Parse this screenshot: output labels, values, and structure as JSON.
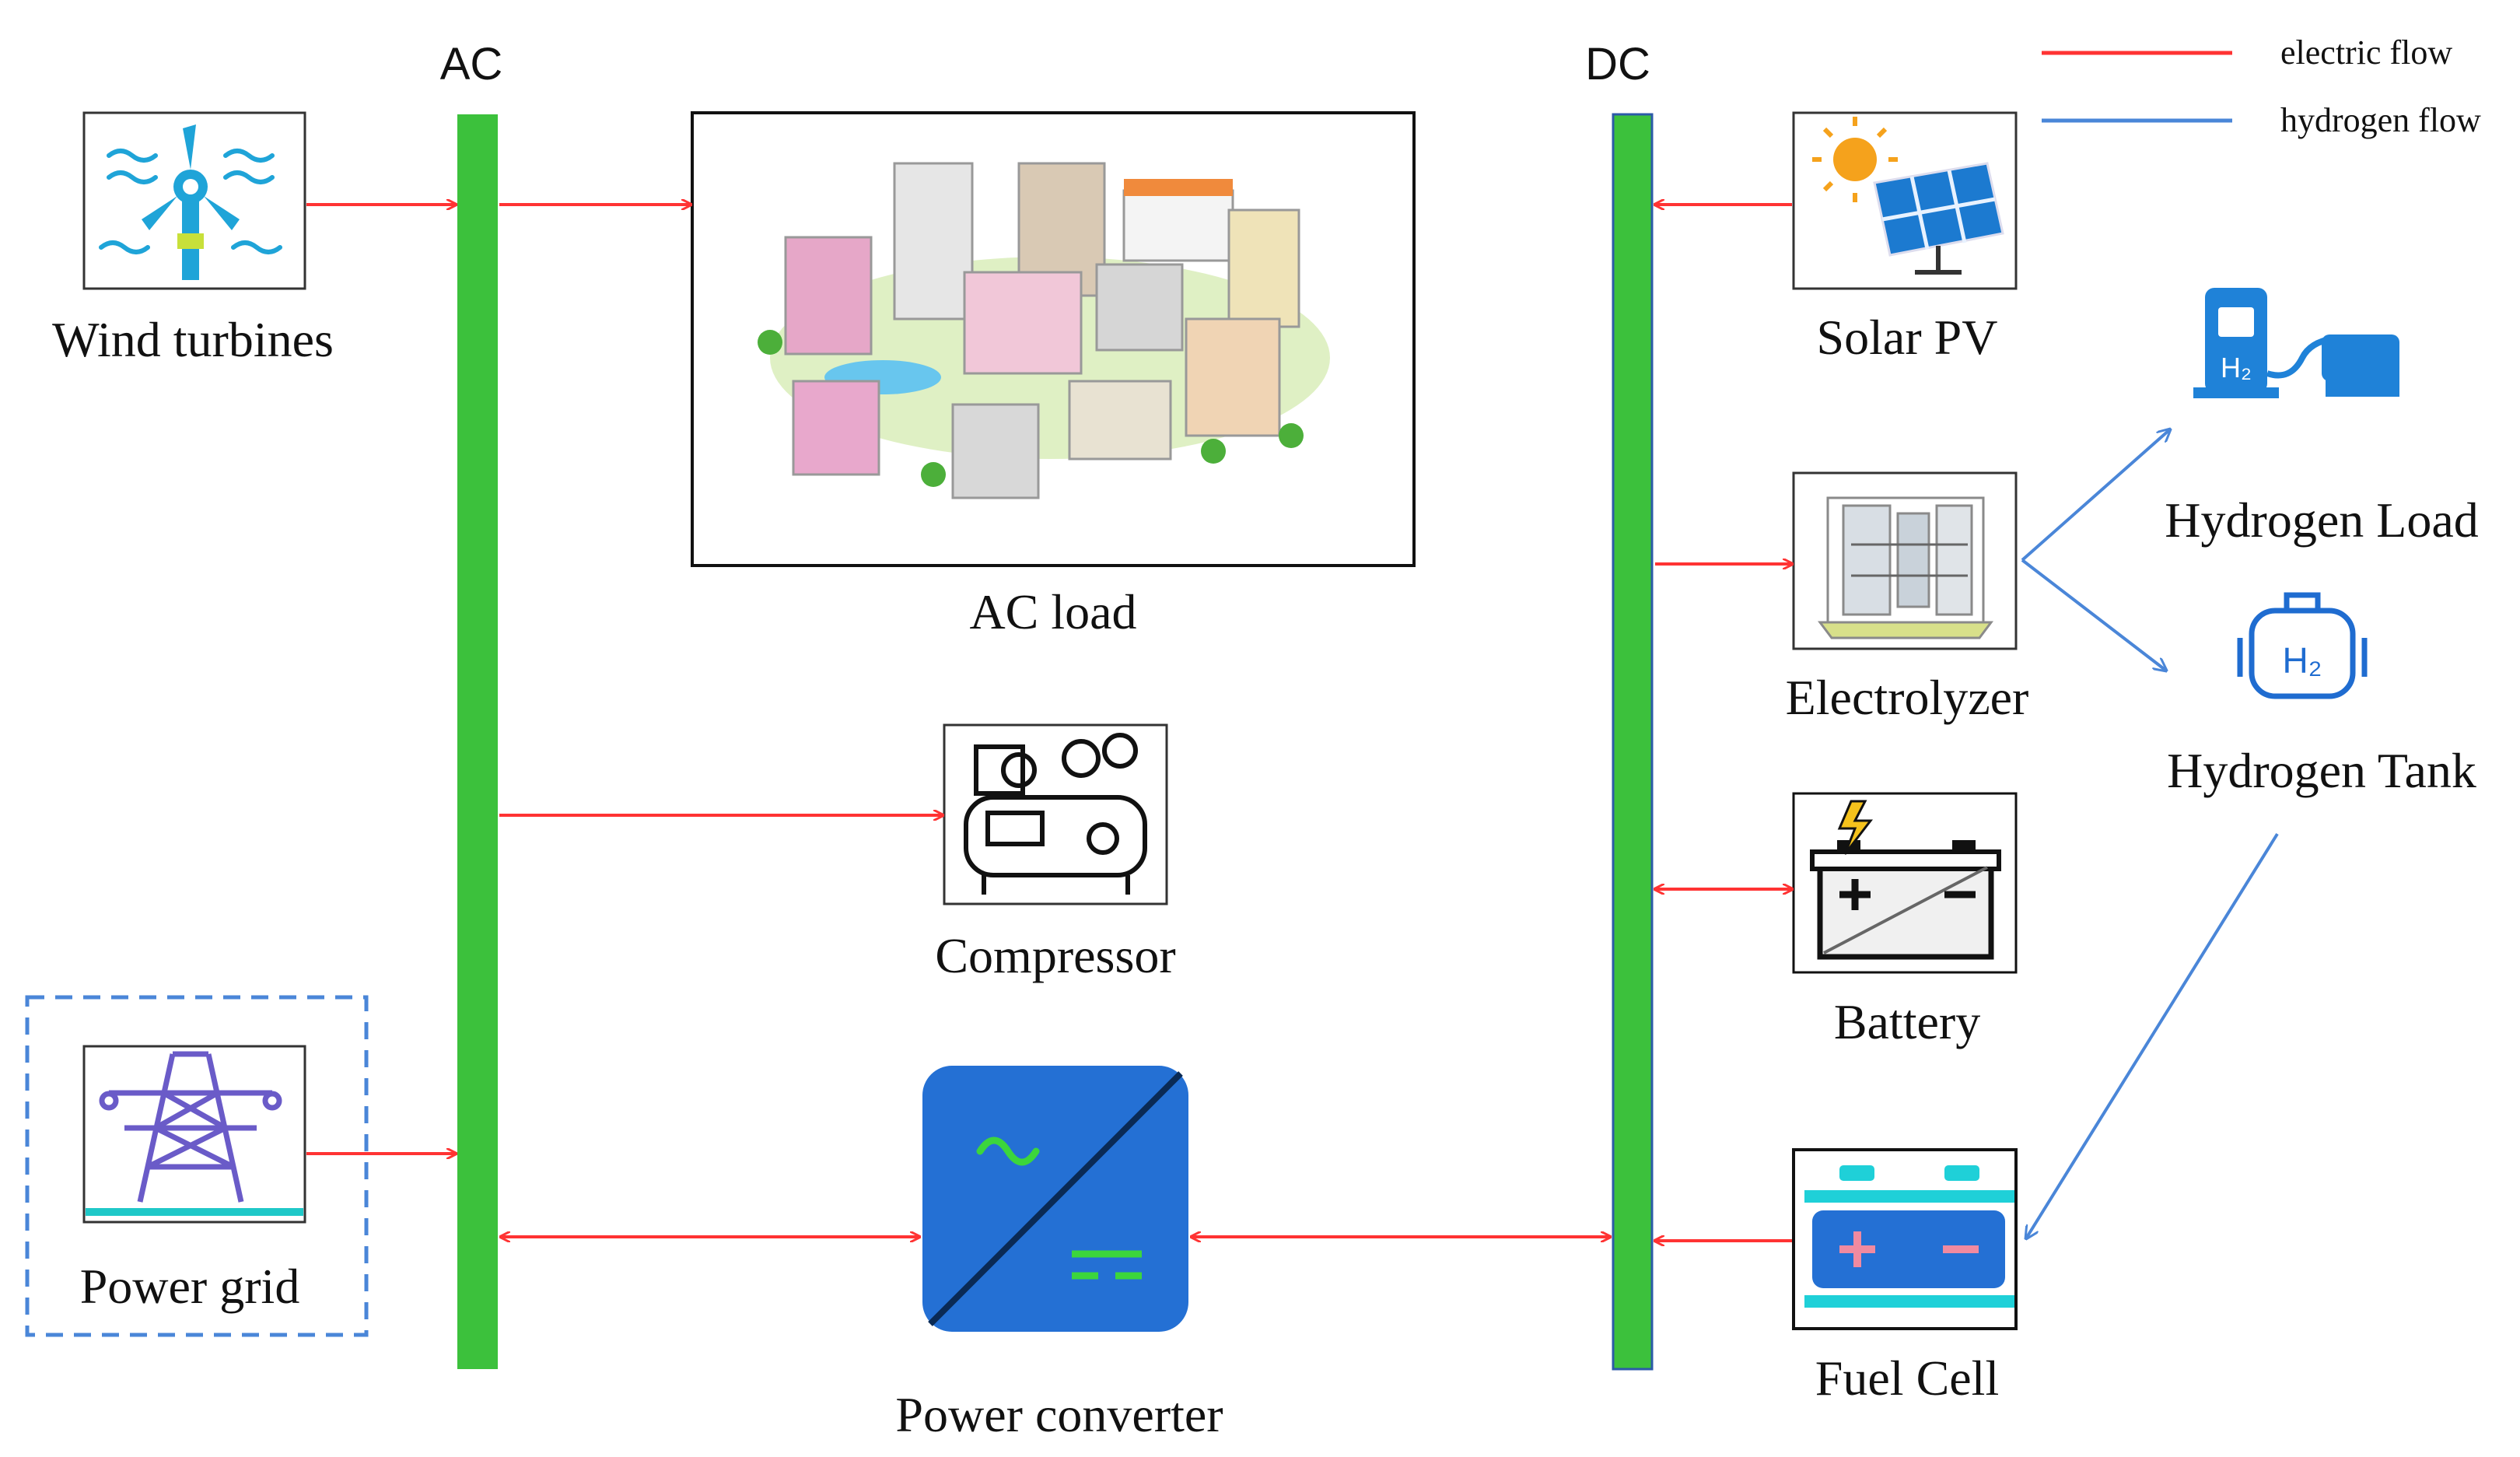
{
  "bus": {
    "ac_label": "AC",
    "dc_label": "DC"
  },
  "legend": {
    "electric": "electric flow",
    "hydrogen": "hydrogen flow"
  },
  "components": {
    "wind": "Wind turbines",
    "ac_load": "AC load",
    "compressor": "Compressor",
    "power_grid": "Power grid",
    "power_converter": "Power converter",
    "solar": "Solar PV",
    "electrolyzer": "Electrolyzer",
    "battery": "Battery",
    "fuel_cell": "Fuel Cell",
    "hydrogen_load": "Hydrogen Load",
    "hydrogen_tank": "Hydrogen Tank"
  },
  "colors": {
    "bus": "#3cc13c",
    "electric": "#ff3333",
    "hydrogen": "#4a86d8",
    "converter": "#2470d4"
  }
}
